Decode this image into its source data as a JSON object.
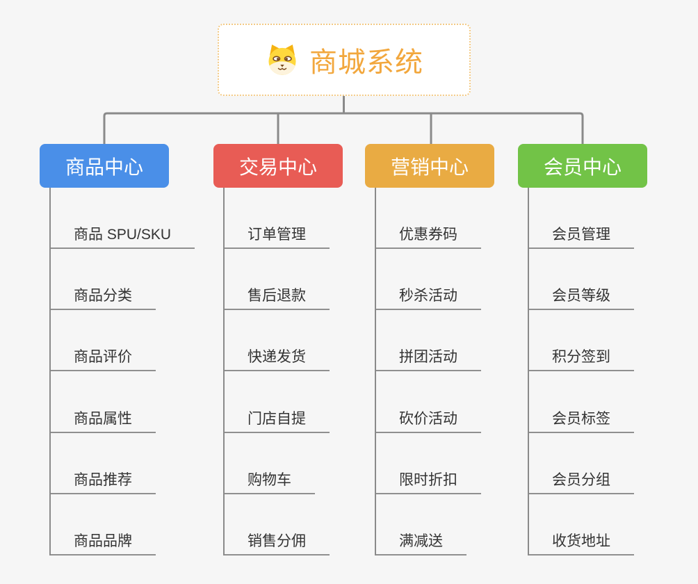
{
  "root": {
    "title": "商城系统",
    "icon": "dog-face-icon"
  },
  "branches": [
    {
      "label": "商品中心",
      "color": "#4a8fe8",
      "items": [
        "商品 SPU/SKU",
        "商品分类",
        "商品评价",
        "商品属性",
        "商品推荐",
        "商品品牌"
      ]
    },
    {
      "label": "交易中心",
      "color": "#e85c55",
      "items": [
        "订单管理",
        "售后退款",
        "快递发货",
        "门店自提",
        "购物车",
        "销售分佣"
      ]
    },
    {
      "label": "营销中心",
      "color": "#e9ab43",
      "items": [
        "优惠券码",
        "秒杀活动",
        "拼团活动",
        "砍价活动",
        "限时折扣",
        "满减送"
      ]
    },
    {
      "label": "会员中心",
      "color": "#72c347",
      "items": [
        "会员管理",
        "会员等级",
        "积分签到",
        "会员标签",
        "会员分组",
        "收货地址"
      ]
    }
  ],
  "colors": {
    "background": "#f6f6f6",
    "connector_line": "#8a8a8a",
    "leaf_underline": "#8f8f8f",
    "leaf_text": "#333333",
    "root_text": "#f2a73d",
    "root_border": "#f3c983",
    "node_text": "#ffffff"
  }
}
